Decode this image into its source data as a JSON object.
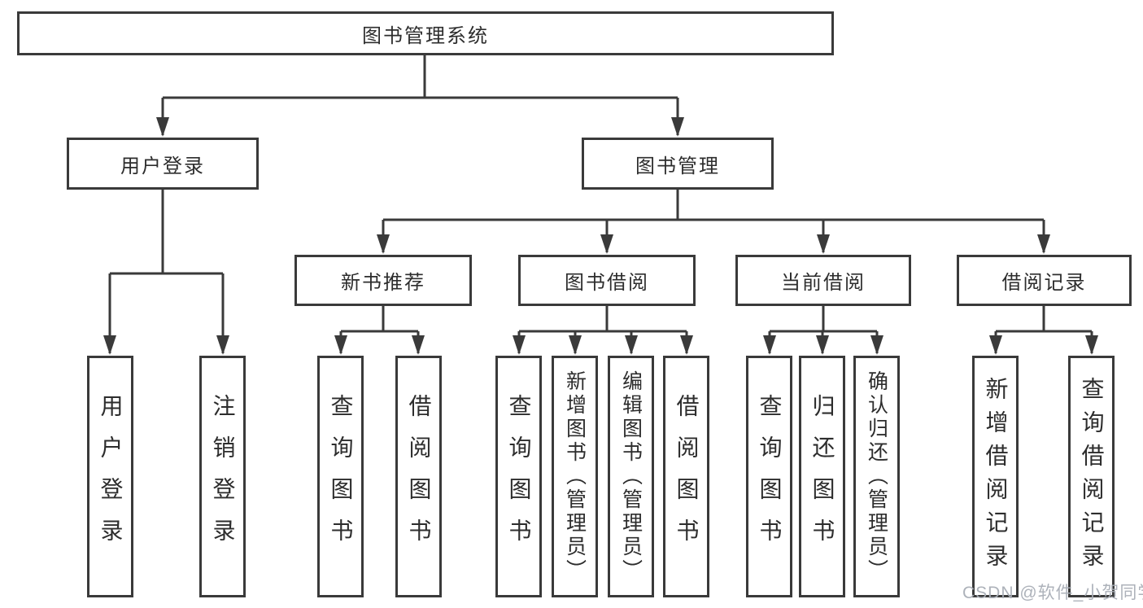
{
  "tree": {
    "root": {
      "label": "图书管理系统"
    },
    "branches": [
      {
        "label": "用户登录",
        "children": [
          "用户登录",
          "注销登录"
        ]
      },
      {
        "label": "图书管理",
        "sections": [
          {
            "label": "新书推荐",
            "children": [
              "查询图书",
              "借阅图书"
            ]
          },
          {
            "label": "图书借阅",
            "children": [
              "查询图书",
              "新增图书（管理员）",
              "编辑图书（管理员）",
              "借阅图书"
            ]
          },
          {
            "label": "当前借阅",
            "children": [
              "查询图书",
              "归还图书",
              "确认归还（管理员）"
            ]
          },
          {
            "label": "借阅记录",
            "children": [
              "新增借阅记录",
              "查询借阅记录"
            ]
          }
        ]
      }
    ]
  },
  "colors": {
    "line": "#3a3a3a",
    "text": "#2d2d2d",
    "watermark": "#a9aeb7",
    "background": "#ffffff"
  },
  "watermark": "CSDN @软件_小贺同学"
}
